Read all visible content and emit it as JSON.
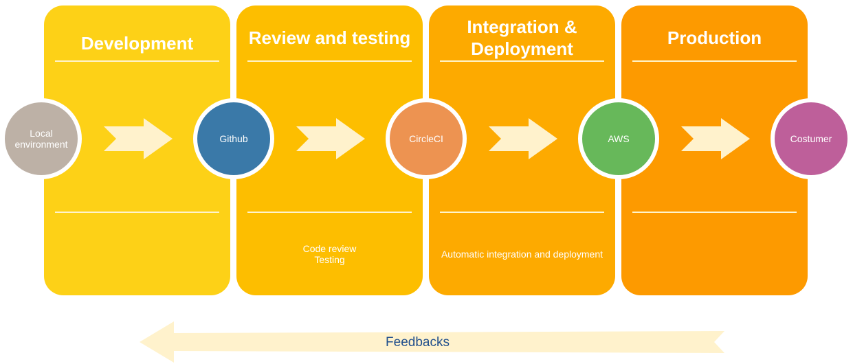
{
  "colors": {
    "stage_fills": [
      "#fdd117",
      "#fdbe00",
      "#fdaa00",
      "#fd9a00"
    ],
    "node_fills": [
      "#bdb1a6",
      "#3a79a8",
      "#ed9351",
      "#67b85a",
      "#be5f9a"
    ],
    "arrow_fill": "#fff2cc",
    "feedback_text": "#1f4e8c"
  },
  "stages": [
    {
      "title": "Development",
      "note": ""
    },
    {
      "title": "Review and testing",
      "note": "Code review\nTesting"
    },
    {
      "title": "Integration &\nDeployment",
      "note": "Automatic integration and deployment"
    },
    {
      "title": "Production",
      "note": ""
    }
  ],
  "nodes": [
    {
      "label": "Local\nenvironment"
    },
    {
      "label": "Github"
    },
    {
      "label": "CircleCI"
    },
    {
      "label": "AWS"
    },
    {
      "label": "Costumer"
    }
  ],
  "feedback": {
    "label": "Feedbacks"
  }
}
